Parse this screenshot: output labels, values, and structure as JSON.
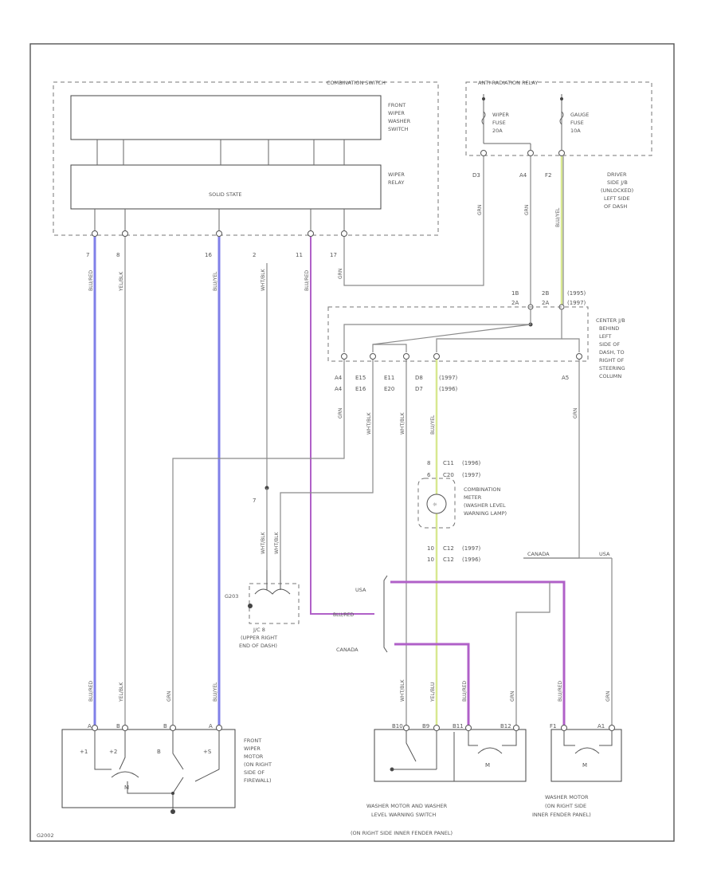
{
  "colors": {
    "blue_wire": "#8080e8",
    "violet_wire": "#b060c8",
    "yellow_wire": "#d8e890",
    "gray_wire": "#8a8a8a",
    "line": "#444444",
    "text": "#555555"
  },
  "combo_switch": {
    "title": "COMBINATION SWITCH",
    "front_wiper_label": [
      "FRONT",
      "WIPER",
      "WASHER",
      "SWITCH"
    ],
    "wiper_relay_label": [
      "WIPER",
      "RELAY"
    ],
    "solid_state": "SOLID STATE",
    "pins": [
      "7",
      "8",
      "16",
      "2",
      "11",
      "17"
    ]
  },
  "fuse_box": {
    "title": "ANTI-RADIATION RELAY",
    "wiper_fuse": [
      "WIPER",
      "FUSE",
      "20A"
    ],
    "gauge_fuse": [
      "GAUGE",
      "FUSE",
      "10A"
    ],
    "pins": [
      "D3",
      "A4",
      "F2"
    ],
    "location": [
      "DRIVER",
      "SIDE J/B",
      "(UNLOCKED)",
      "LEFT SIDE",
      "OF DASH"
    ]
  },
  "center_jb": {
    "label": [
      "CENTER J/B",
      "BEHIND",
      "LEFT",
      "SIDE OF",
      "DASH, TO",
      "RIGHT OF",
      "STEERING",
      "COLUMN"
    ],
    "top_pins": [
      [
        "1B",
        "2A"
      ],
      [
        "2B",
        "2A"
      ],
      [
        "(1995)",
        "(1997)"
      ]
    ],
    "bottom_pins": [
      [
        "A4",
        "A4"
      ],
      [
        "E15",
        "E16"
      ],
      [
        "E11",
        "E20"
      ],
      [
        "D8",
        "D7"
      ],
      [
        "(1997)",
        "(1996)"
      ],
      [
        "A5",
        ""
      ]
    ]
  },
  "meter": {
    "pins_top": [
      [
        "8",
        "C11",
        "(1996)"
      ],
      [
        "6",
        "C20",
        "(1997)"
      ]
    ],
    "pins_bottom": [
      [
        "10",
        "C12",
        "(1997)"
      ],
      [
        "10",
        "C12",
        "(1996)"
      ]
    ],
    "label": [
      "COMBINATION",
      "METER",
      "(WASHER LEVEL",
      "WARNING LAMP)"
    ]
  },
  "jc": {
    "pin": "7",
    "label": [
      "J/C 8",
      "(UPPER RIGHT",
      "END OF DASH)"
    ],
    "ground_tag": "G203"
  },
  "variants": {
    "usa": "USA",
    "canada": "CANADA"
  },
  "splice_tags": [
    "CANADA",
    "USA"
  ],
  "wire_labels": {
    "w7": "BLU/RED",
    "w8": "YEL/BLK",
    "w16": "BLU/YEL",
    "w2": "WHT/BLK",
    "w11": "BLU/RED",
    "w17": "GRN",
    "wd3": "GRN",
    "wa4": "GRN",
    "wf2": "BLU/YEL",
    "wa4b": "GRN",
    "we15": "WHT/BLK",
    "we11": "WHT/BLK",
    "wd8": "BLU/YEL",
    "wa5": "GRN",
    "wjc1": "WHT/BLK",
    "wjc2": "WHT/BLK",
    "wh": "BLU/RED",
    "m1": "BLU/RED",
    "m2": "YEL/BLK",
    "m3": "GRN",
    "m4": "BLU/YEL",
    "wm1": "WHT/BLK",
    "wm2": "YEL/BLU",
    "wm3": "BLU/RED",
    "wm4": "GRN",
    "wr1": "BLU/RED",
    "wr2": "GRN"
  },
  "wiper_motor": {
    "pins": [
      "A",
      "B",
      "B",
      "A"
    ],
    "inner": [
      "+1",
      "+2",
      "B",
      "+S"
    ],
    "motor": "M",
    "label": [
      "FRONT",
      "WIPER",
      "MOTOR",
      "(ON RIGHT",
      "SIDE OF",
      "FIREWALL)"
    ]
  },
  "washer_motor": {
    "pins": [
      "B10",
      "B9",
      "B11",
      "B12"
    ],
    "motor": "M",
    "label": [
      "WASHER MOTOR AND WASHER",
      "LEVEL WARNING SWITCH",
      "(ON RIGHT SIDE INNER FENDER PANEL)"
    ]
  },
  "washer_motor2": {
    "pins": [
      "F1",
      "A1"
    ],
    "motor": "M",
    "label": [
      "WASHER MOTOR",
      "(ON RIGHT SIDE",
      "INNER FENDER PANEL)"
    ]
  },
  "footer": "G2002"
}
